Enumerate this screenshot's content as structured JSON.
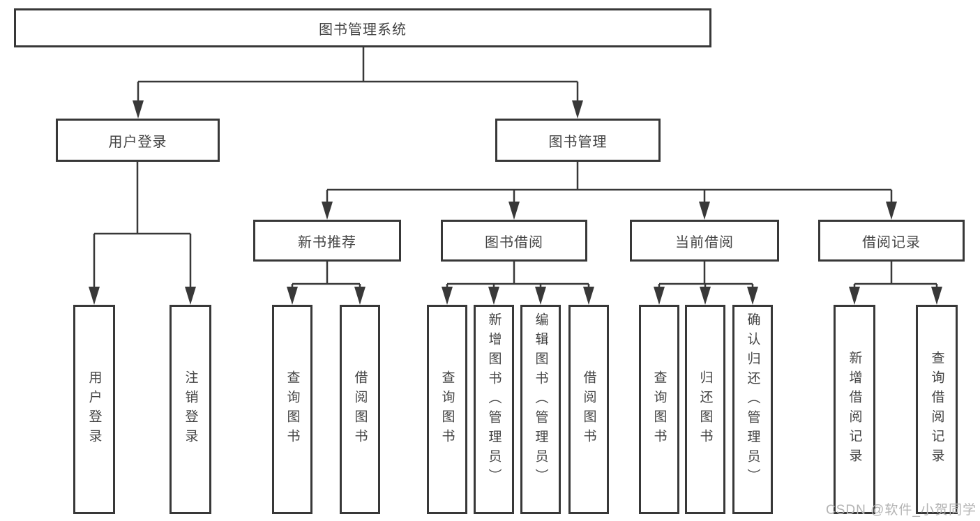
{
  "colors": {
    "border": "#383838",
    "text": "#444444",
    "watermark": "#b3b3b3",
    "background": "#ffffff"
  },
  "watermark": "CSDN @软件_小贺同学",
  "tree": {
    "root": {
      "label": "图书管理系统"
    },
    "children": [
      {
        "label": "用户登录",
        "children": [
          {
            "label": "用户登录"
          },
          {
            "label": "注销登录"
          }
        ]
      },
      {
        "label": "图书管理",
        "children": [
          {
            "label": "新书推荐",
            "children": [
              {
                "label": "查询图书"
              },
              {
                "label": "借阅图书"
              }
            ]
          },
          {
            "label": "图书借阅",
            "children": [
              {
                "label": "查询图书"
              },
              {
                "label": "新增图书（管理员）"
              },
              {
                "label": "编辑图书（管理员）"
              },
              {
                "label": "借阅图书"
              }
            ]
          },
          {
            "label": "当前借阅",
            "children": [
              {
                "label": "查询图书"
              },
              {
                "label": "归还图书"
              },
              {
                "label": "确认归还（管理员）"
              }
            ]
          },
          {
            "label": "借阅记录",
            "children": [
              {
                "label": "新增借阅记录"
              },
              {
                "label": "查询借阅记录"
              }
            ]
          }
        ]
      }
    ]
  }
}
